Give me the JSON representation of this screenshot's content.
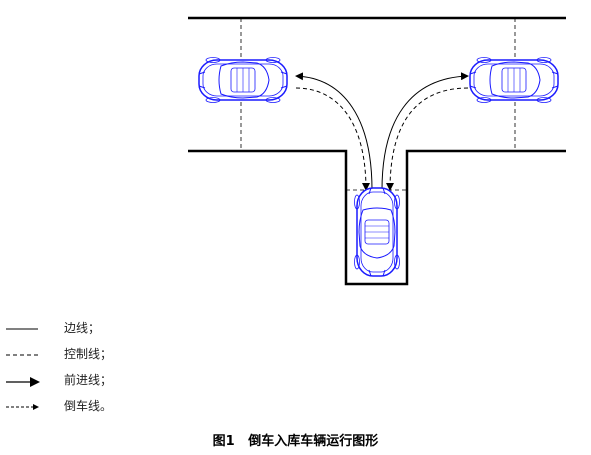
{
  "legend": [
    {
      "label": "边线；",
      "style": "solid"
    },
    {
      "label": "控制线；",
      "style": "dashed"
    },
    {
      "label": "前进线；",
      "style": "arrow-solid"
    },
    {
      "label": "倒车线。",
      "style": "arrow-dashed"
    }
  ],
  "caption": {
    "number": "图1",
    "title": "倒车入库车辆运行图形"
  },
  "colors": {
    "car": "#1a1aff",
    "lines": "#000000"
  },
  "icons": {
    "car": "car-topview-icon"
  }
}
